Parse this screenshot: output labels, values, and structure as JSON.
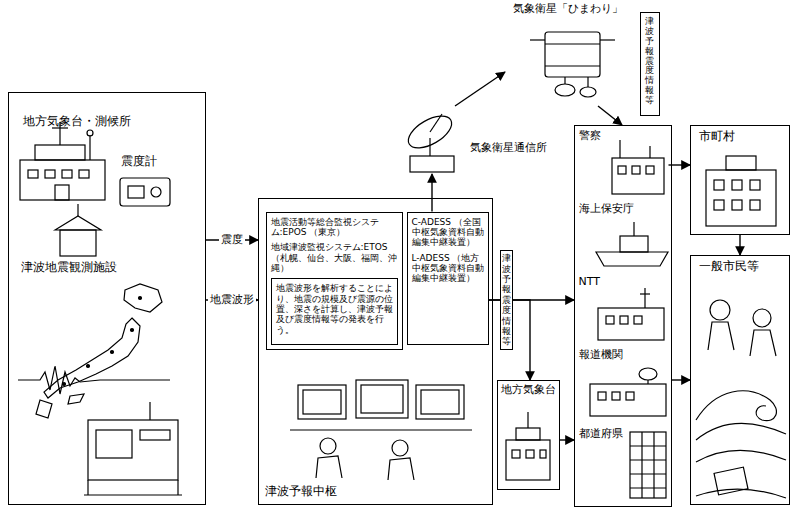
{
  "diagram": {
    "nodes": [
      {
        "text": [
          "地方気象台・測候所",
          "震度計",
          "津波地震観測施設"
        ]
      },
      {
        "text": [
          "津波予報中枢"
        ]
      },
      {
        "text": [
          "地震活動等総合監視システム:EPOS （東京）",
          "地域津波監視システム:ETOS （札幌、仙台、大阪、福岡、沖縄）"
        ],
        "in": 1
      },
      {
        "text": [
          "地震波形を解析することにより、地震の規模及び震源の位置、深さを計算し、津波予報及び震度情報等の発表を行う。"
        ],
        "in": 2
      },
      {
        "text": [
          "C-ADESS （全国中枢気象資料自動編集中継装置）",
          "L-ADESS （地方中枢気象資料自動編集中継装置）"
        ],
        "in": 1
      },
      {
        "text": [
          "気象衛星通信所"
        ]
      },
      {
        "text": [
          "気象衛星「ひまわり」"
        ]
      },
      {
        "text": [
          "津波予報 震度情報等"
        ]
      },
      {
        "text": []
      },
      {
        "text": [
          "警察"
        ],
        "in": 8
      },
      {
        "text": [
          "海上保安庁"
        ],
        "in": 8
      },
      {
        "text": [
          "NTT"
        ],
        "in": 8
      },
      {
        "text": [
          "報道機関"
        ],
        "in": 8
      },
      {
        "text": [
          "都道府県"
        ],
        "in": 8
      },
      {
        "text": [
          "地方気象台"
        ]
      },
      {
        "text": [
          "市町村"
        ]
      },
      {
        "text": [
          "一般市民等"
        ]
      }
    ],
    "edges": [
      {
        "from": 0,
        "to": 1,
        "arrow": "to",
        "label": "震度"
      },
      {
        "from": 0,
        "to": 1,
        "arrow": "to",
        "label": "地震波形"
      },
      {
        "from": 4,
        "to": 5,
        "arrow": "to"
      },
      {
        "from": 5,
        "to": 6,
        "arrow": "to"
      },
      {
        "from": 6,
        "to": 8,
        "arrow": "to"
      },
      {
        "from": 4,
        "to": 8,
        "arrow": "to",
        "label": "津波予報 震度情報等"
      },
      {
        "from": 4,
        "to": 14,
        "arrow": "to"
      },
      {
        "from": 14,
        "to": 8,
        "arrow": "to"
      },
      {
        "from": 9,
        "to": 15,
        "arrow": "to"
      },
      {
        "from": 15,
        "to": 16,
        "arrow": "to"
      },
      {
        "from": 8,
        "to": 16,
        "arrow": "to"
      }
    ]
  }
}
